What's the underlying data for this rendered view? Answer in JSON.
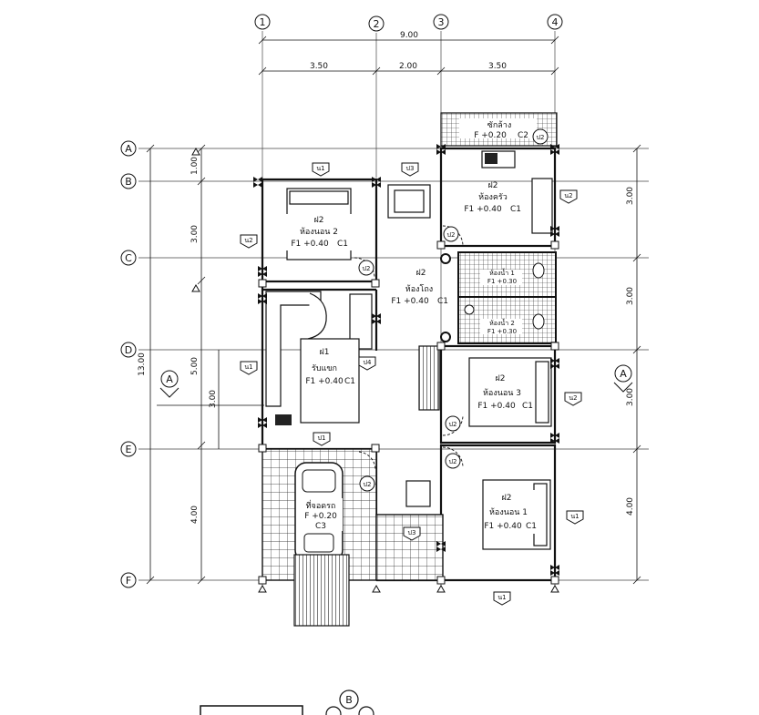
{
  "grid_columns": [
    "1",
    "2",
    "3",
    "4"
  ],
  "grid_rows": [
    "A",
    "B",
    "C",
    "D",
    "E",
    "F"
  ],
  "section_mark": "A",
  "bottom_mark": "B",
  "dimensions_top": {
    "total": "9.00",
    "segments": [
      "3.50",
      "2.00",
      "3.50"
    ]
  },
  "dimensions_left": {
    "total": "13.00",
    "segments": [
      "1.00",
      "3.00",
      "5.00",
      "4.00"
    ],
    "inner": "3.00"
  },
  "dimensions_right": {
    "segments": [
      "3.00",
      "3.00",
      "3.00",
      "4.00"
    ]
  },
  "rooms": {
    "laundry": {
      "name": "ซักล้าง",
      "level": "F +0.20",
      "code": "C2"
    },
    "kitchen": {
      "floor": "ฝ2",
      "name": "ห้องครัว",
      "level": "F1 +0.40",
      "code": "C1"
    },
    "bedroom2": {
      "floor": "ฝ2",
      "name": "ห้องนอน 2",
      "level": "F1 +0.40",
      "code": "C1"
    },
    "hall": {
      "floor": "ฝ2",
      "name": "ห้องโถง",
      "level": "F1 +0.40",
      "code": "C1"
    },
    "bath1": {
      "name": "ห้องน้ำ 1",
      "level": "F1 +0.30"
    },
    "bath2": {
      "name": "ห้องน้ำ 2",
      "level": "F1 +0.30"
    },
    "guest": {
      "floor": "ฝ1",
      "name": "รับแขก",
      "level": "F1 +0.40",
      "code": "C1"
    },
    "bedroom3": {
      "floor": "ฝ2",
      "name": "ห้องนอน 3",
      "level": "F1 +0.40",
      "code": "C1"
    },
    "bedroom1": {
      "floor": "ฝ2",
      "name": "ห้องนอน 1",
      "level": "F1 +0.40",
      "code": "C1"
    },
    "carport": {
      "name": "ที่จอดรถ",
      "level": "F +0.20",
      "code": "C3"
    }
  },
  "tags": {
    "window_w1": " น1",
    "window_w2": "น2",
    "door_d1": "ป1",
    "door_d2": "ป2",
    "door_d3": "ป3",
    "door_d4": "ป4"
  }
}
